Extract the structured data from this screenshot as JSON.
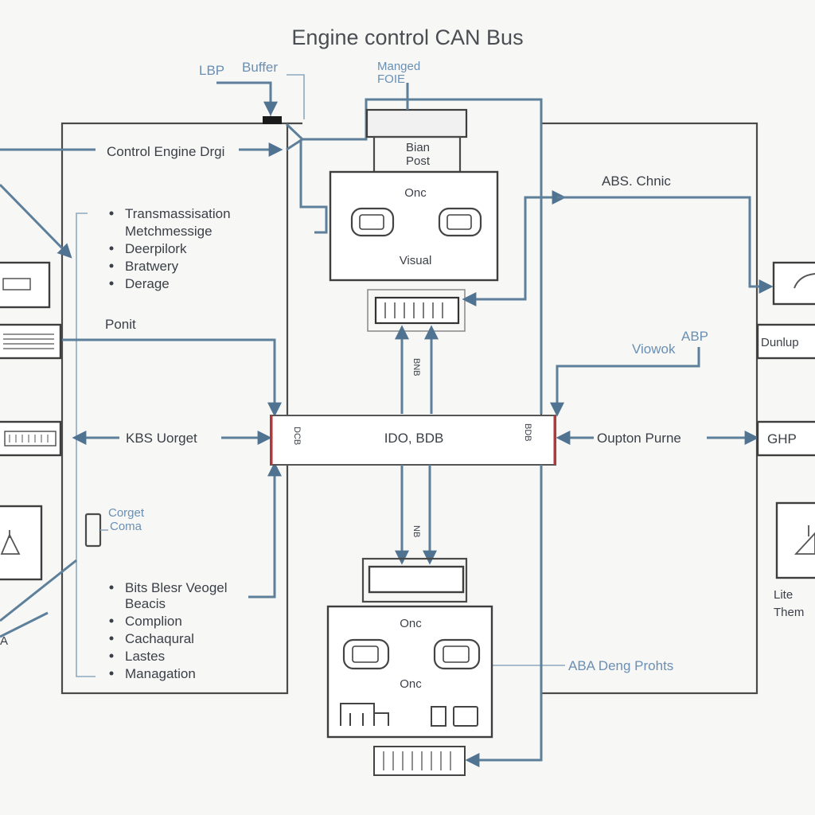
{
  "title": "Engine control CAN Bus",
  "top_labels": {
    "lbp": "LBP",
    "buffer": "Buffer",
    "manged": "Manged",
    "foie": "FOIE"
  },
  "left_panel": {
    "header": "Control Engine Drgi",
    "list_top": [
      "Transmassisation",
      "Metchmessige",
      "Deerpilork",
      "Bratwery",
      "Derage"
    ],
    "ponit": "Ponit",
    "kbs": "KBS Uorget",
    "corget": "Corget",
    "coma": "Coma",
    "list_bottom": [
      "Bits Blesr Veogel",
      "Beacis",
      "Complion",
      "Cachaqural",
      "Lastes",
      "Managation"
    ]
  },
  "top_module": {
    "sub1": "Bian",
    "sub2": "Post",
    "label_top": "Onc",
    "label_bottom": "Visual"
  },
  "right_panel": {
    "abs": "ABS. Chnic",
    "abp": "ABP",
    "viowok": "Viowok",
    "oupton": "Oupton Purne",
    "aba": "ABA Deng Prohts"
  },
  "bus": {
    "label": "IDO, BDB",
    "left_vert": "DCB",
    "right_vert": "BDB",
    "vert_up": "BNB",
    "vert_down": "NB"
  },
  "bottom_module": {
    "label_top": "Onc",
    "label_mid": "Onc"
  },
  "right_edge": {
    "dunlup": "Dunlup",
    "ghp": "GHP",
    "lite": "Lite",
    "them": "Them"
  },
  "left_edge": {
    "a": "A"
  }
}
